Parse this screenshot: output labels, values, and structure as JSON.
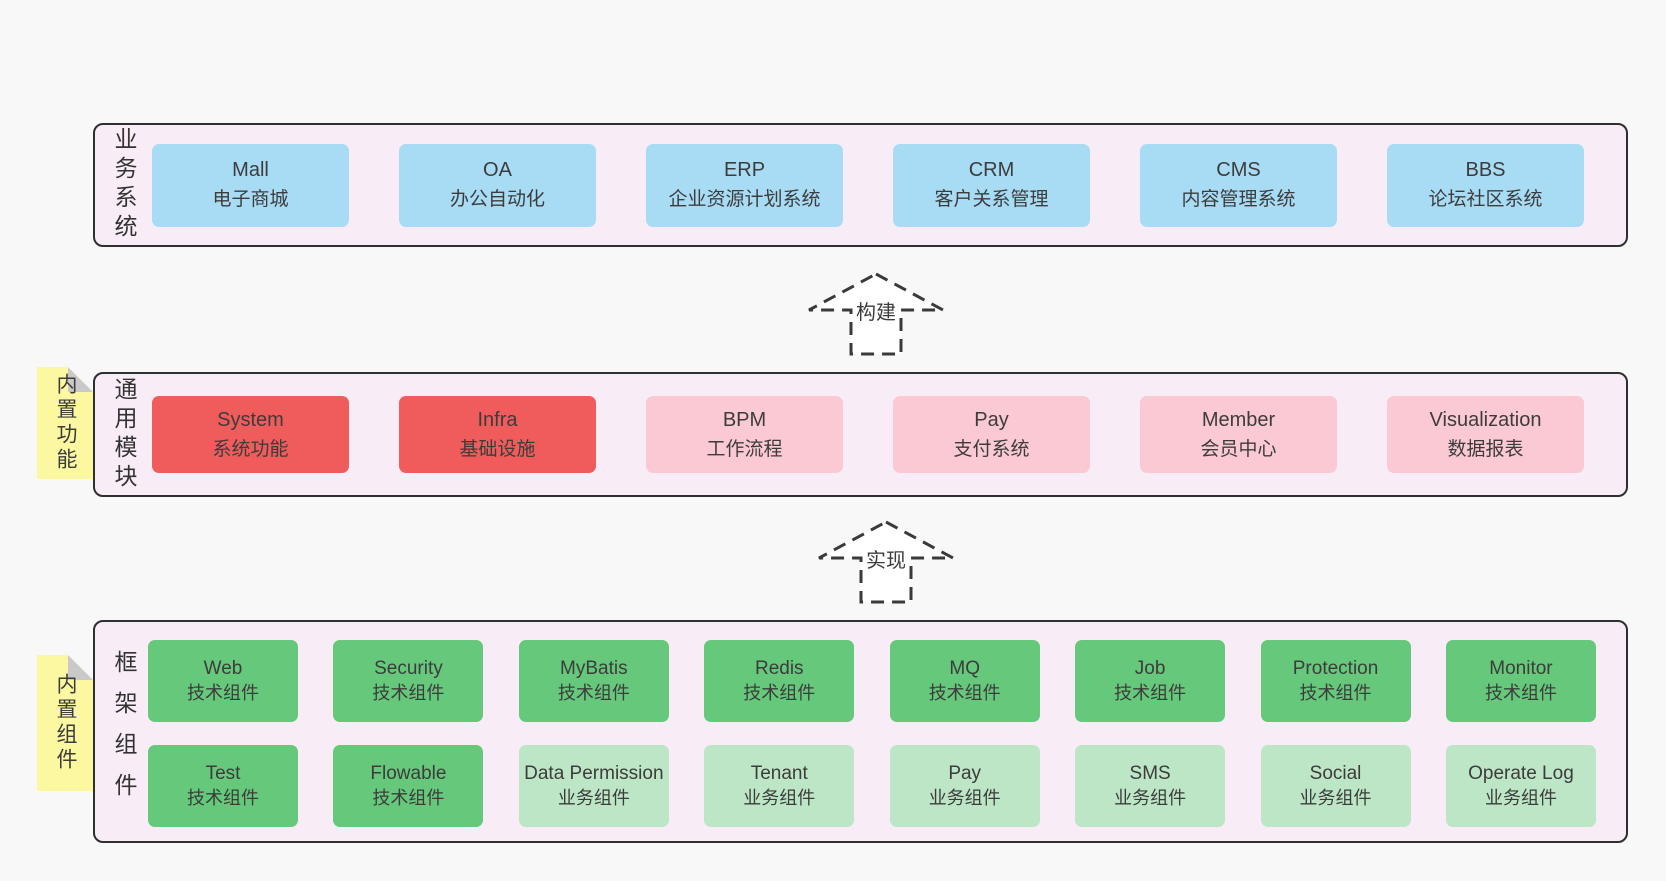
{
  "colors": {
    "canvas_bg": "#f8f8f8",
    "panel_bg": "#f8edf6",
    "panel_border": "#2f2f2f",
    "business_box": "#a8dcf5",
    "core_module_box": "#f05c5c",
    "module_box": "#fbc9d3",
    "tech_component_box": "#65c87a",
    "biz_component_box": "#bde6c6",
    "tag_bg": "#fbf8a1",
    "tag_fold": "#c9c9c9",
    "text": "#3c3c3c"
  },
  "business": {
    "label": "业务系统",
    "boxes": [
      {
        "en": "Mall",
        "zh": "电子商城",
        "variant": "blue"
      },
      {
        "en": "OA",
        "zh": "办公自动化",
        "variant": "blue"
      },
      {
        "en": "ERP",
        "zh": "企业资源计划系统",
        "variant": "blue"
      },
      {
        "en": "CRM",
        "zh": "客户关系管理",
        "variant": "blue"
      },
      {
        "en": "CMS",
        "zh": "内容管理系统",
        "variant": "blue"
      },
      {
        "en": "BBS",
        "zh": "论坛社区系统",
        "variant": "blue"
      }
    ]
  },
  "arrows": {
    "build": "构建",
    "implement": "实现"
  },
  "modules": {
    "label": "通用模块",
    "tag": "内置功能",
    "boxes": [
      {
        "en": "System",
        "zh": "系统功能",
        "variant": "red"
      },
      {
        "en": "Infra",
        "zh": "基础设施",
        "variant": "red"
      },
      {
        "en": "BPM",
        "zh": "工作流程",
        "variant": "pink"
      },
      {
        "en": "Pay",
        "zh": "支付系统",
        "variant": "pink"
      },
      {
        "en": "Member",
        "zh": "会员中心",
        "variant": "pink"
      },
      {
        "en": "Visualization",
        "zh": "数据报表",
        "variant": "pink"
      }
    ]
  },
  "framework": {
    "label": "框架组件",
    "tag": "内置组件",
    "row1": [
      {
        "en": "Web",
        "zh": "技术组件",
        "variant": "green"
      },
      {
        "en": "Security",
        "zh": "技术组件",
        "variant": "green"
      },
      {
        "en": "MyBatis",
        "zh": "技术组件",
        "variant": "green"
      },
      {
        "en": "Redis",
        "zh": "技术组件",
        "variant": "green"
      },
      {
        "en": "MQ",
        "zh": "技术组件",
        "variant": "green"
      },
      {
        "en": "Job",
        "zh": "技术组件",
        "variant": "green"
      },
      {
        "en": "Protection",
        "zh": "技术组件",
        "variant": "green"
      },
      {
        "en": "Monitor",
        "zh": "技术组件",
        "variant": "green"
      }
    ],
    "row2": [
      {
        "en": "Test",
        "zh": "技术组件",
        "variant": "green"
      },
      {
        "en": "Flowable",
        "zh": "技术组件",
        "variant": "green"
      },
      {
        "en": "Data Permission",
        "zh": "业务组件",
        "variant": "lightgreen"
      },
      {
        "en": "Tenant",
        "zh": "业务组件",
        "variant": "lightgreen"
      },
      {
        "en": "Pay",
        "zh": "业务组件",
        "variant": "lightgreen"
      },
      {
        "en": "SMS",
        "zh": "业务组件",
        "variant": "lightgreen"
      },
      {
        "en": "Social",
        "zh": "业务组件",
        "variant": "lightgreen"
      },
      {
        "en": "Operate Log",
        "zh": "业务组件",
        "variant": "lightgreen"
      }
    ]
  }
}
